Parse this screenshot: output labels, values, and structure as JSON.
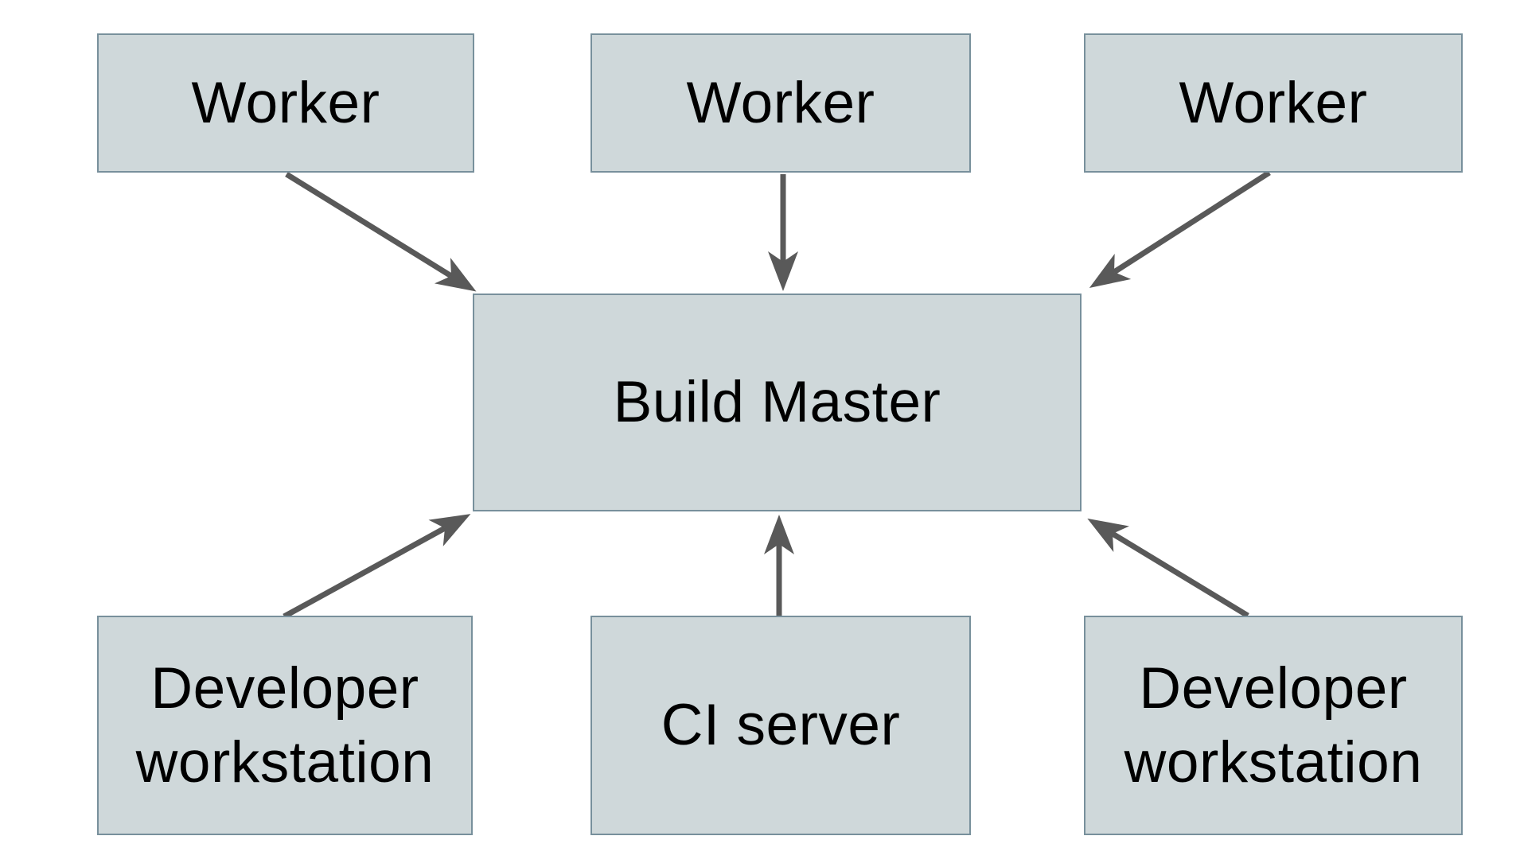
{
  "diagram": {
    "nodes": {
      "worker_1": {
        "label": "Worker"
      },
      "worker_2": {
        "label": "Worker"
      },
      "worker_3": {
        "label": "Worker"
      },
      "build_master": {
        "label": "Build Master"
      },
      "developer_workstation_left": {
        "label": "Developer workstation"
      },
      "ci_server": {
        "label": "CI server"
      },
      "developer_workstation_right": {
        "label": "Developer workstation"
      }
    },
    "edges": [
      {
        "from": "worker_1",
        "to": "build_master"
      },
      {
        "from": "worker_2",
        "to": "build_master"
      },
      {
        "from": "worker_3",
        "to": "build_master"
      },
      {
        "from": "developer_workstation_left",
        "to": "build_master"
      },
      {
        "from": "ci_server",
        "to": "build_master"
      },
      {
        "from": "developer_workstation_right",
        "to": "build_master"
      }
    ],
    "colors": {
      "node_fill": "#cfd8da",
      "node_border": "#78909c",
      "arrow": "#595959",
      "text": "#000000",
      "background": "#ffffff"
    }
  }
}
